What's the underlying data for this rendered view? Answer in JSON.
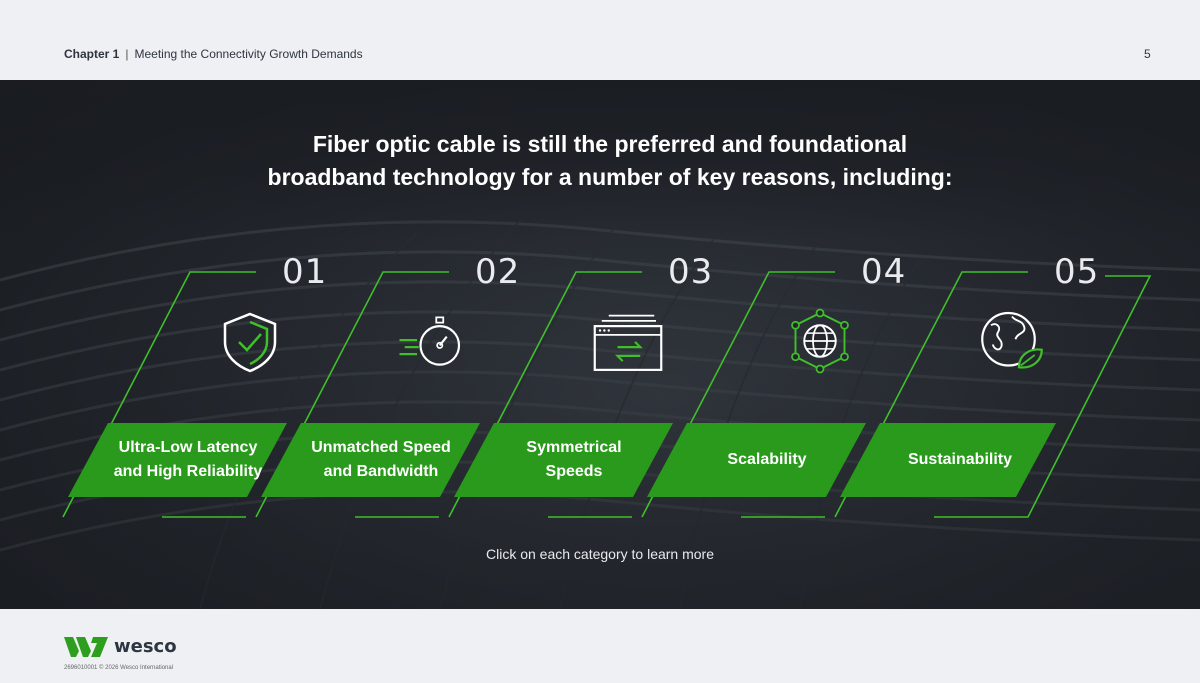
{
  "header": {
    "chapter_label": "Chapter 1",
    "chapter_title": "Meeting the Connectivity Growth Demands",
    "page_number": "5"
  },
  "hero": {
    "headline_line1": "Fiber optic cable is still the preferred and foundational",
    "headline_line2": "broadband technology for a number of key reasons, including:",
    "cta": "Click on each category to learn more"
  },
  "categories": [
    {
      "number": "01",
      "line1": "Ultra-Low Latency",
      "line2": "and High Reliability",
      "icon": "shield-check-icon"
    },
    {
      "number": "02",
      "line1": "Unmatched Speed",
      "line2": "and Bandwidth",
      "icon": "stopwatch-icon"
    },
    {
      "number": "03",
      "line1": "Symmetrical",
      "line2": "Speeds",
      "icon": "browser-arrows-icon"
    },
    {
      "number": "04",
      "line1": "Scalability",
      "line2": "",
      "icon": "network-globe-icon"
    },
    {
      "number": "05",
      "line1": "Sustainability",
      "line2": "",
      "icon": "earth-leaf-icon"
    }
  ],
  "colors": {
    "accent_green": "#2e9e1f",
    "bright_green": "#3fcf2a",
    "text_dark": "#2e3440"
  },
  "footer": {
    "brand": "wesco",
    "copyright": "2696010001 © 2026 Wesco International"
  }
}
